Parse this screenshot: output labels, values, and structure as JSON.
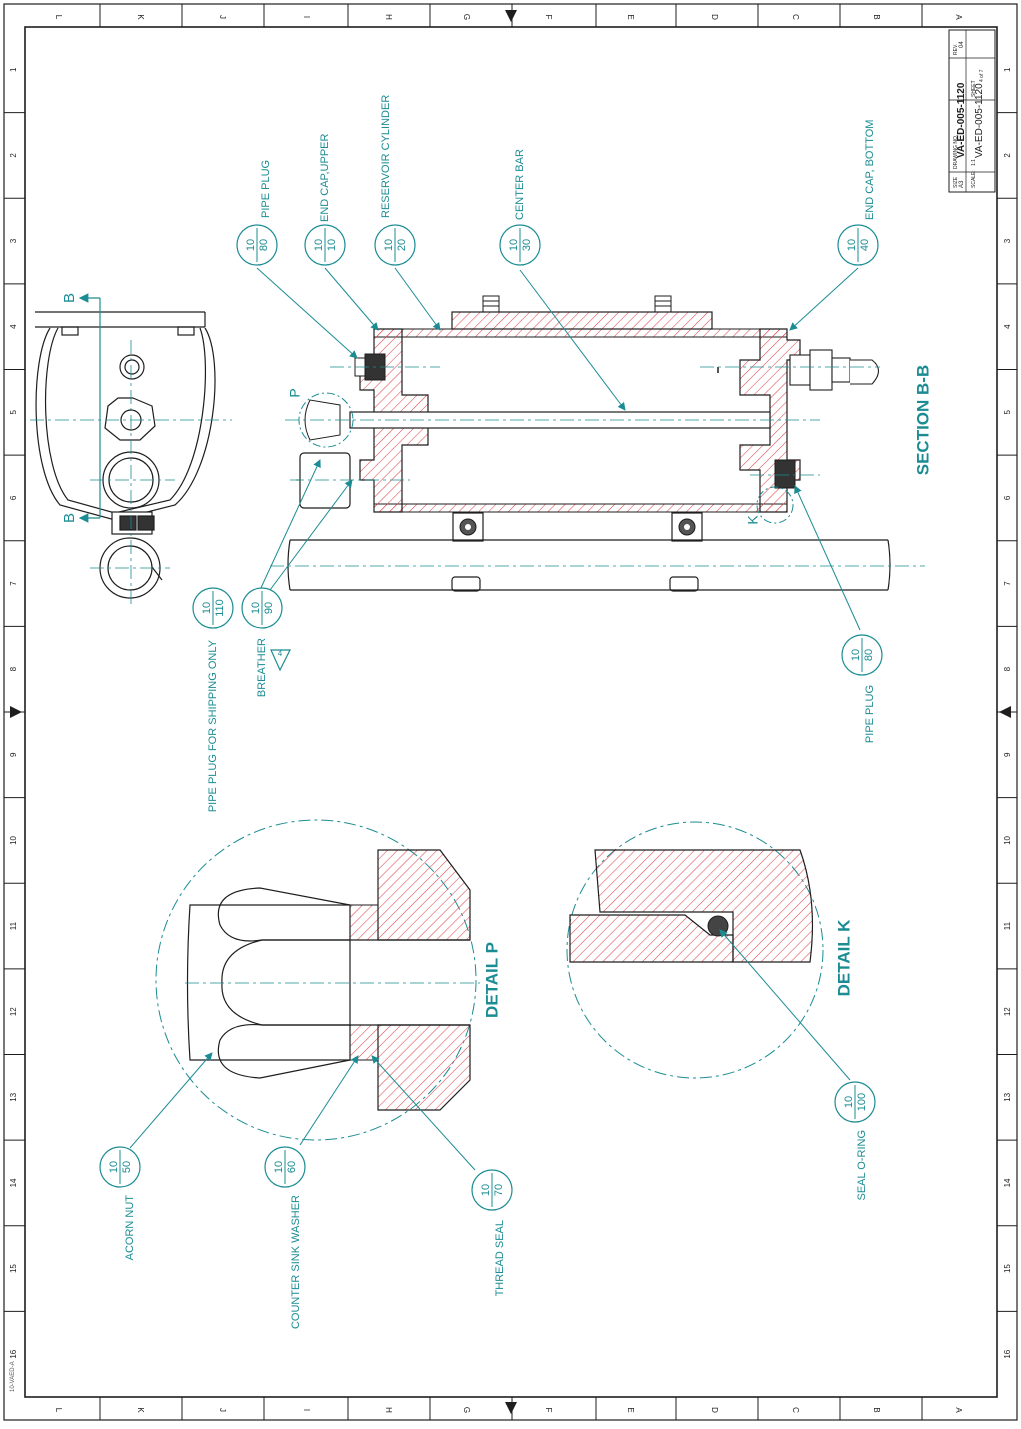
{
  "zone_rows": [
    "L",
    "K",
    "J",
    "I",
    "H",
    "G",
    "F",
    "E",
    "D",
    "C",
    "B",
    "A"
  ],
  "zone_cols": [
    "1",
    "2",
    "3",
    "4",
    "5",
    "6",
    "7",
    "8",
    "9",
    "10",
    "11",
    "12",
    "13",
    "14",
    "15",
    "16"
  ],
  "corner_note": "10-VAED-A",
  "title_block": {
    "size_label": "SIZE",
    "size_value": "A3",
    "drawing_no_label": "DRAWING NO.",
    "drawing_no": "VA-ED-005-1120",
    "rev_label": "REV.",
    "rev_value": "04",
    "scale_label": "SCALE:",
    "scale_value": "1:1",
    "sheet_label": "SHEET",
    "sheet_value": "4 of 7"
  },
  "views": {
    "section_bb": "SECTION B-B",
    "detail_p": "DETAIL P",
    "detail_k": "DETAIL K",
    "section_marker": "B",
    "detail_p_marker": "P",
    "detail_k_marker": "K",
    "note_flag": "4"
  },
  "callouts": [
    {
      "label": "PIPE PLUG",
      "top": "10",
      "bottom": "80"
    },
    {
      "label": "END CAP,UPPER",
      "top": "10",
      "bottom": "10"
    },
    {
      "label": "RESERVOIR CYLINDER",
      "top": "10",
      "bottom": "20"
    },
    {
      "label": "CENTER BAR",
      "top": "10",
      "bottom": "30"
    },
    {
      "label": "END CAP, BOTTOM",
      "top": "10",
      "bottom": "40"
    },
    {
      "label": "PIPE PLUG FOR SHIPPING ONLY",
      "top": "10",
      "bottom": "110"
    },
    {
      "label": "BREATHER",
      "top": "10",
      "bottom": "90"
    },
    {
      "label": "PIPE PLUG",
      "top": "10",
      "bottom": "80"
    },
    {
      "label": "ACORN NUT",
      "top": "10",
      "bottom": "50"
    },
    {
      "label": "COUNTER SINK WASHER",
      "top": "10",
      "bottom": "60"
    },
    {
      "label": "THREAD SEAL",
      "top": "10",
      "bottom": "70"
    },
    {
      "label": "SEAL O-RING",
      "top": "10",
      "bottom": "100"
    }
  ],
  "colors": {
    "line": "#1e1e1e",
    "annotation": "#1b8c93",
    "hatch": "#e0474c"
  }
}
